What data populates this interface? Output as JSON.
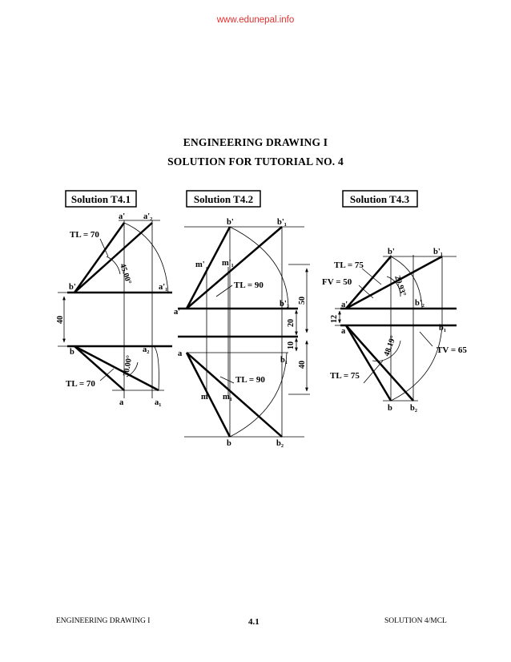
{
  "header": {
    "watermark": "www.edunepal.info"
  },
  "document": {
    "title": "ENGINEERING DRAWING I",
    "subtitle": "SOLUTION FOR TUTORIAL NO. 4"
  },
  "solutions": {
    "t41": {
      "heading": "Solution T4.1",
      "labels": {
        "a_prime": "a'",
        "a2_prime": "a'₂",
        "a1_prime": "a'₁",
        "b_prime": "b'",
        "b": "b",
        "a2": "a₂",
        "a": "a",
        "a1": "a₁",
        "tl_top": "TL = 70",
        "tl_bottom": "TL = 70",
        "angle_top": "45.00°",
        "angle_bottom": "30.00°",
        "dim_40": "40"
      }
    },
    "t42": {
      "heading": "Solution T4.2",
      "labels": {
        "b_prime": "b'",
        "b1_prime": "b'₁",
        "m_prime": "m'",
        "m1_prime": "m'₁",
        "tl_top": "TL = 90",
        "a_prime": "a'",
        "b2_prime": "b'₂",
        "dim_50": "50",
        "dim_20": "20",
        "dim_10": "10",
        "dim_40": "40",
        "a": "a",
        "b1": "b₁",
        "tl_bottom": "TL = 90",
        "m": "m",
        "m1": "m₁",
        "b": "b",
        "b2": "b₂"
      }
    },
    "t43": {
      "heading": "Solution T4.3",
      "labels": {
        "b_prime": "b'",
        "b1_prime": "b'₁",
        "tl_top": "TL = 75",
        "fv": "FV = 50",
        "angle_top": "29.93°",
        "a_prime": "a'",
        "b2_prime": "b'₂",
        "dim_12": "12",
        "a": "a",
        "b1": "b₁",
        "angle_bottom": "48.19°",
        "tv": "TV = 65",
        "tl_bottom": "TL = 75",
        "b": "b",
        "b2": "b₂"
      }
    }
  },
  "footer": {
    "left": "ENGINEERING DRAWING I",
    "page": "4.1",
    "right": "SOLUTION  4/MCL"
  }
}
